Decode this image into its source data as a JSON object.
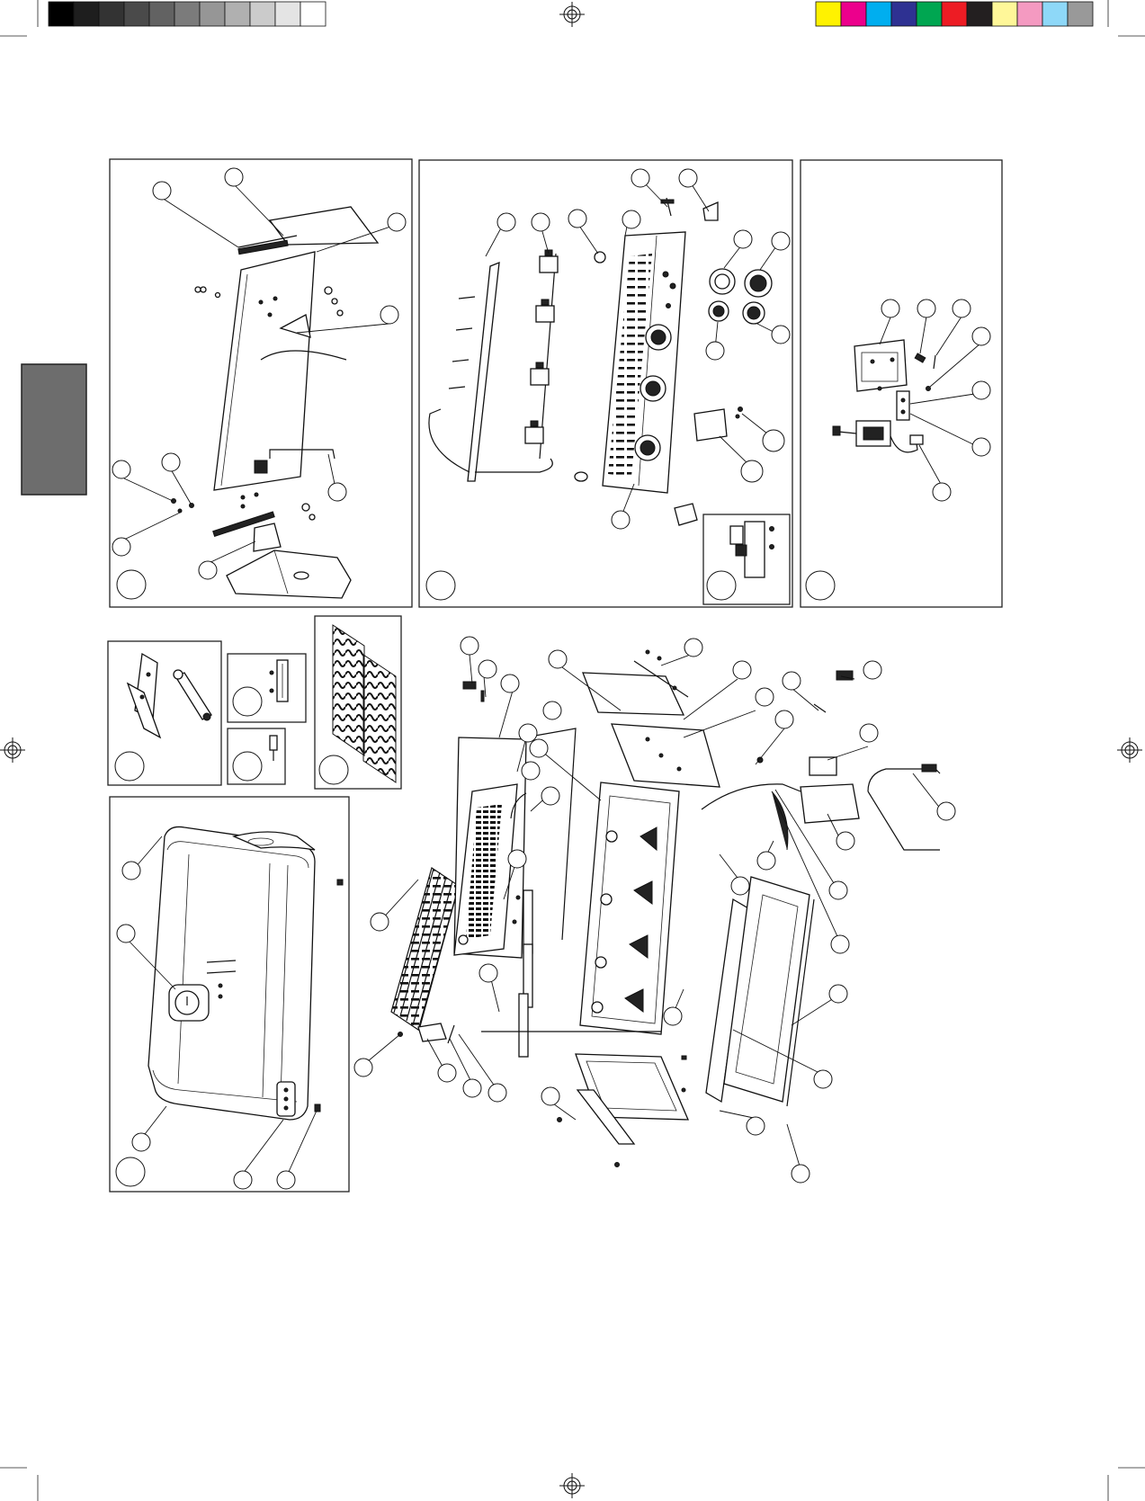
{
  "print_marks": {
    "gray_swatches": [
      "#000000",
      "#1e1e1e",
      "#333333",
      "#4a4a4a",
      "#626262",
      "#7b7b7b",
      "#969696",
      "#b0b0b0",
      "#cbcbcb",
      "#e4e4e4",
      "#ffffff"
    ],
    "color_swatches": [
      "#fff200",
      "#ec008c",
      "#00aeef",
      "#2e3192",
      "#00a651",
      "#ed1c24",
      "#231f20",
      "#fff799",
      "#f49ac1",
      "#8ed8f8",
      "#999999"
    ],
    "side_tab_color": "#6d6d6d"
  },
  "panels": [
    {
      "id": "side-burner-panel",
      "callouts": 12
    },
    {
      "id": "control-panel-assembly",
      "callouts": 16
    },
    {
      "id": "ignition-module",
      "callouts": 8
    },
    {
      "id": "hinge-bracket",
      "callouts": 1
    },
    {
      "id": "rail-clip",
      "callouts": 1
    },
    {
      "id": "fastener",
      "callouts": 1
    },
    {
      "id": "cooking-grids",
      "callouts": 1
    },
    {
      "id": "hood-assembly",
      "callouts": 6
    },
    {
      "id": "firebox-exploded",
      "callouts": 40
    }
  ]
}
